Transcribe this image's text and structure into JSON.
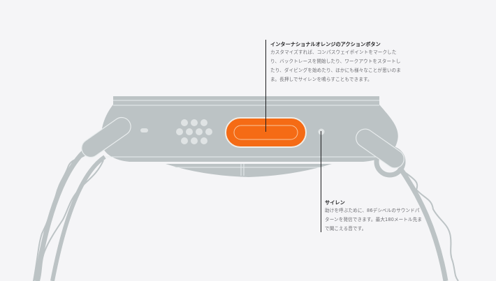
{
  "colors": {
    "background": "#f5f5f7",
    "watch_body": "#bcc3c5",
    "highlight_line": "#e9edee",
    "action_button": "#f56b15",
    "band": "#bcc3c5",
    "callout_line": "#1d1d1f",
    "title_text": "#1d1d1f",
    "body_text": "#6e6e73"
  },
  "callouts": {
    "action_button": {
      "title": "インターナショナルオレンジのアクションボタン",
      "body": "カスタマイズすれば、コンパスウェイポイントをマークしたり、バックトレースを開始したり、ワークアウトをスタートしたり、ダイビングを始めたり、ほかにも様々なことが思いのまま。長押しでサイレンを鳴らすこともできます。"
    },
    "siren": {
      "title": "サイレン",
      "body": "助けを呼ぶために、86デシベルのサウンドパターンを発信できます。最大180メートル先まで聞こえる音です。"
    }
  },
  "illustration": {
    "subject": "Apple Watch Ultra side view with Alpine Loop band",
    "parts": [
      "speaker-grille",
      "microphone-hole",
      "action-button",
      "siren-port",
      "band-lugs",
      "band-loops"
    ]
  }
}
